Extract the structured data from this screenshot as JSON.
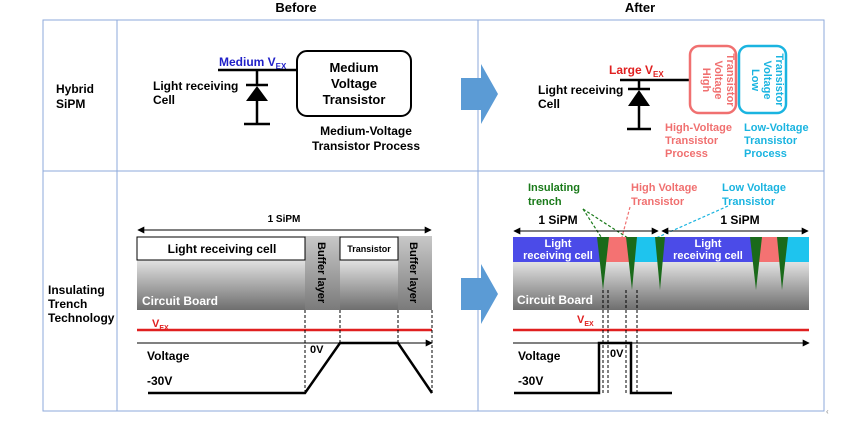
{
  "headers": {
    "before": "Before",
    "after": "After"
  },
  "rows": {
    "hybrid": {
      "line1": "Hybrid",
      "line2": "SiPM"
    },
    "trench": {
      "line1": "Insulating",
      "line2": "Trench",
      "line3": "Technology"
    }
  },
  "before_hybrid": {
    "vex_prefix": "Medium V",
    "vex_sub": "EX",
    "cell_line1": "Light receiving",
    "cell_line2": "Cell",
    "box_line1": "Medium",
    "box_line2": "Voltage",
    "box_line3": "Transistor",
    "process_line1": "Medium-Voltage",
    "process_line2": "Transistor Process"
  },
  "after_hybrid": {
    "vex_prefix": "Large V",
    "vex_sub": "EX",
    "cell_line1": "Light receiving",
    "cell_line2": "Cell",
    "hv_line1": "High",
    "hv_line2": "Voltage",
    "hv_line3": "Transistor",
    "lv_line1": "Low",
    "lv_line2": "Voltage",
    "lv_line3": "Transistor",
    "hv_process_line1": "High-Voltage",
    "hv_process_line2": "Transistor",
    "hv_process_line3": "Process",
    "lv_process_line1": "Low-Voltage",
    "lv_process_line2": "Transistor",
    "lv_process_line3": "Process"
  },
  "before_trench": {
    "sipm_label": "1 SiPM",
    "cell_label": "Light receiving cell",
    "buffer_label": "Buffer layer",
    "transistor_label": "Transistor",
    "board_label": "Circuit Board",
    "vex_prefix": "V",
    "vex_sub": "EX",
    "voltage_label": "Voltage",
    "zero_label": "0V",
    "neg_label": "-30V"
  },
  "after_trench": {
    "trench_line1": "Insulating",
    "trench_line2": "trench",
    "hv_line1": "High Voltage",
    "hv_line2": "Transistor",
    "lv_line1": "Low Voltage",
    "lv_line2": "Transistor",
    "sipm_label_left": "1 SiPM",
    "sipm_label_right": "1 SiPM",
    "cell_left_line1": "Light",
    "cell_left_line2": "receiving cell",
    "cell_right_line1": "Light",
    "cell_right_line2": "receiving cell",
    "board_label": "Circuit Board",
    "vex_prefix": "V",
    "vex_sub": "EX",
    "voltage_label": "Voltage",
    "zero_label": "0V",
    "neg_label": "-30V"
  },
  "colors": {
    "blue_text": "#1f1fc8",
    "red": "#e02020",
    "hv_red": "#f07070",
    "hv_fill": "#f47272",
    "lv_cyan": "#1ab4e0",
    "lv_fill": "#1ec4ee",
    "cell_blue": "#4b4be8",
    "trench_green": "#1a6a1a",
    "green_text": "#1a7a1a",
    "arrow_blue": "#5b9bd5",
    "frame": "#8eaadb"
  }
}
